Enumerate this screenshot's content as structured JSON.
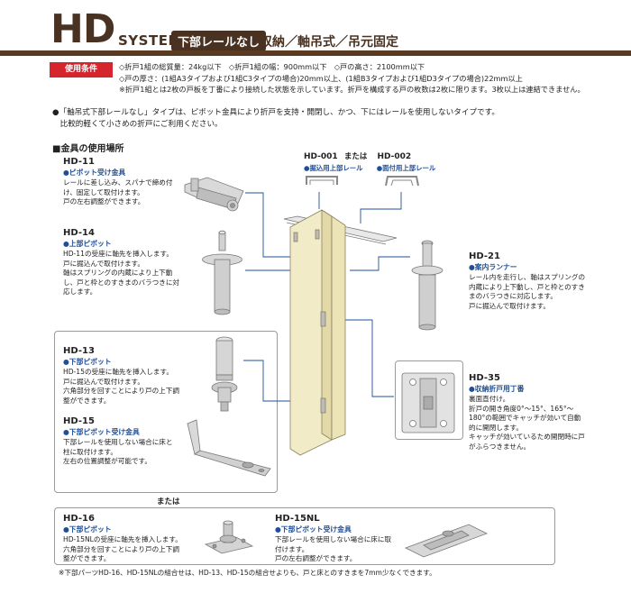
{
  "header": {
    "logo": "HD",
    "system": "SYSTEM",
    "pill": "下部レールなし",
    "subtitle": "収納／軸吊式／吊元固定"
  },
  "conditions": {
    "badge": "使用条件",
    "line1": "◇折戸1組の総質量：24kg以下　◇折戸1組の幅：900mm以下　◇戸の高さ：2100mm以下",
    "line2": "◇戸の厚さ：(1組A3タイプおよび1組C3タイプの場合)20mm以上、(1組B3タイプおよび1組D3タイプの場合)22mm以上",
    "line3": "※折戸1組とは2枚の戸板を丁番により接続した状態を示しています。折戸を構成する戸の枚数は2枚に限ります。3枚以上は連結できません。"
  },
  "intro": {
    "line1": "●「軸吊式下部レールなし」タイプは、ピボット金具により折戸を支持・開閉し、かつ、下にはレールを使用しないタイプです。",
    "line2": "　比較的軽くて小さめの折戸にご利用ください。"
  },
  "section_title": "■金具の使用場所",
  "rails": {
    "hd001_code": "HD-001",
    "or": "または",
    "hd002_code": "HD-002",
    "hd001_name": "●掘込用上部レール",
    "hd002_name": "●面付用上部レール"
  },
  "parts": {
    "hd11": {
      "code": "HD-11",
      "name": "●ピボット受け金具",
      "desc1": "レールに差し込み、スパナで締め付",
      "desc2": "け、固定して取付けます。",
      "desc3": "戸の左右調整ができます。"
    },
    "hd14": {
      "code": "HD-14",
      "name": "●上部ピボット",
      "desc1": "HD-11の受座に軸先を挿入します。",
      "desc2": "戸に掘込んで取付けます。",
      "desc3": "軸はスプリングの内蔵により上下動",
      "desc4": "し、戸と枠とのすきまのバラつきに対",
      "desc5": "応します。"
    },
    "hd21": {
      "code": "HD-21",
      "name": "●案内ランナー",
      "desc1": "レール内を走行し、軸はスプリングの",
      "desc2": "内蔵により上下動し、戸と枠とのすき",
      "desc3": "まのバラつきに対応します。",
      "desc4": "戸に掘込んで取付けます。"
    },
    "hd13": {
      "code": "HD-13",
      "name": "●下部ピボット",
      "desc1": "HD-15の受座に軸先を挿入します。",
      "desc2": "戸に掘込んで取付けます。",
      "desc3": "六角部分を回すことにより戸の上下調",
      "desc4": "整ができます。"
    },
    "hd15": {
      "code": "HD-15",
      "name": "●下部ピボット受け金具",
      "desc1": "下部レールを使用しない場合に床と",
      "desc2": "柱に取付けます。",
      "desc3": "左右の位置調整が可能です。"
    },
    "hd35": {
      "code": "HD-35",
      "name": "●収納折戸用丁番",
      "desc1": "裏面直付け。",
      "desc2": "折戸の開き角度0°〜15°、165°〜",
      "desc3": "180°の範囲でキャッチが効いて自動",
      "desc4": "的に開閉します。",
      "desc5": "キャッチが効いているため開閉時に戸",
      "desc6": "がふらつきません。"
    },
    "hd16": {
      "code": "HD-16",
      "name": "●下部ピボット",
      "desc1": "HD-15NLの受座に軸先を挿入します。",
      "desc2": "六角部分を回すことにより戸の上下調",
      "desc3": "整ができます。"
    },
    "hd15nl": {
      "code": "HD-15NL",
      "name": "●下部ピボット受け金具",
      "desc1": "下部レールを使用しない場合に床に取",
      "desc2": "付けます。",
      "desc3": "戸の左右調整ができます。"
    }
  },
  "or_text": "または",
  "footnote": "※下部パーツHD-16、HD-15NLの組合せは、HD-13、HD-15の組合せよりも、戸と床とのすきまを7mm少なくできます。"
}
